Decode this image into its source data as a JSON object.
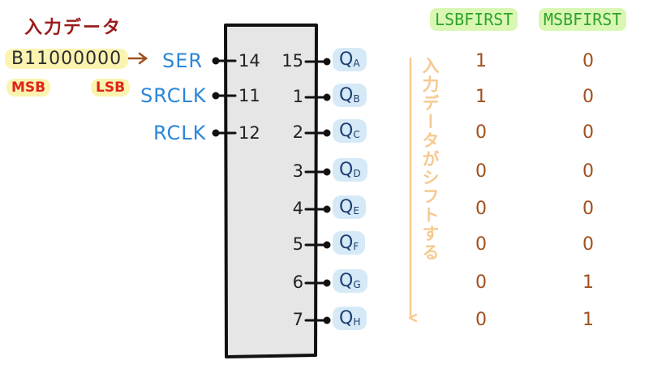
{
  "input": {
    "title": "入力データ",
    "value": "B11000000",
    "msb_label": "MSB",
    "lsb_label": "LSB"
  },
  "left_pins": [
    {
      "name": "SER",
      "num": "14"
    },
    {
      "name": "SRCLK",
      "num": "11"
    },
    {
      "name": "RCLK",
      "num": "12"
    }
  ],
  "outputs": [
    {
      "num": "15",
      "q": "Q",
      "sub": "A",
      "lsb": "1",
      "msb": "0"
    },
    {
      "num": "1",
      "q": "Q",
      "sub": "B",
      "lsb": "1",
      "msb": "0"
    },
    {
      "num": "2",
      "q": "Q",
      "sub": "C",
      "lsb": "0",
      "msb": "0"
    },
    {
      "num": "3",
      "q": "Q",
      "sub": "D",
      "lsb": "0",
      "msb": "0"
    },
    {
      "num": "4",
      "q": "Q",
      "sub": "E",
      "lsb": "0",
      "msb": "0"
    },
    {
      "num": "5",
      "q": "Q",
      "sub": "F",
      "lsb": "0",
      "msb": "0"
    },
    {
      "num": "6",
      "q": "Q",
      "sub": "G",
      "lsb": "0",
      "msb": "1"
    },
    {
      "num": "7",
      "q": "Q",
      "sub": "H",
      "lsb": "0",
      "msb": "1"
    }
  ],
  "columns": {
    "lsb": "LSBFIRST",
    "msb": "MSBFIRST"
  },
  "shift_note": "入力データがシフトする",
  "colors": {
    "pin_blue": "#2b86d8",
    "bit_brown": "#a0501e",
    "header_green": "#2fa32a",
    "arrow_orange": "#f6c990"
  }
}
